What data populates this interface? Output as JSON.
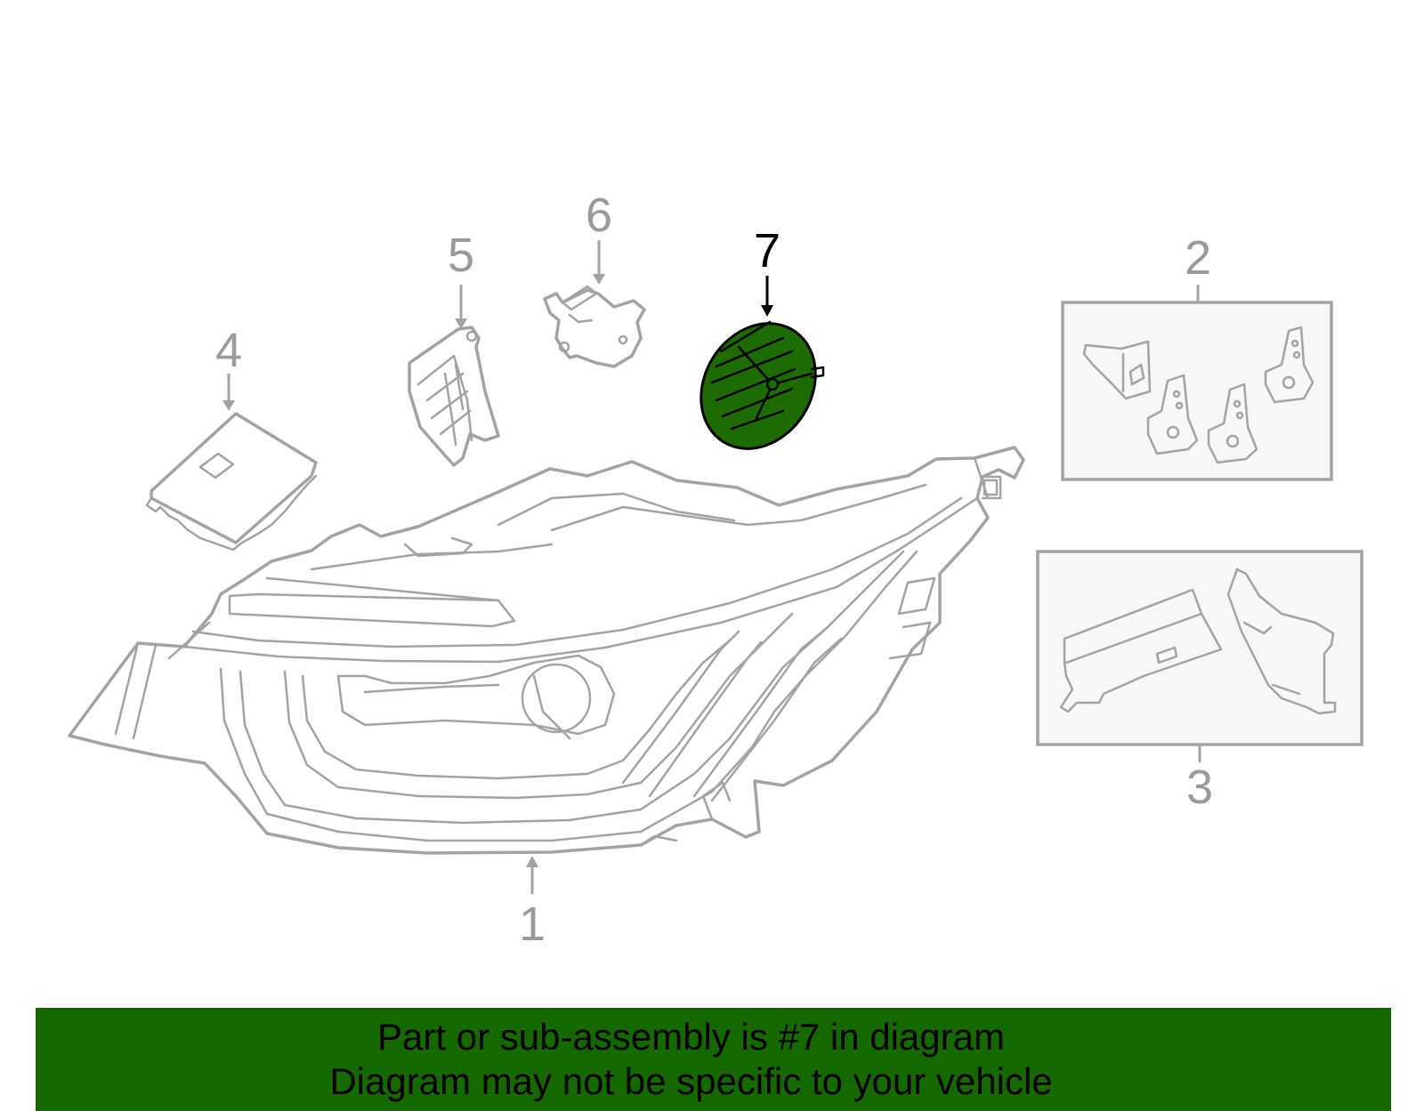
{
  "callouts": {
    "c1": "1",
    "c2": "2",
    "c3": "3",
    "c4": "4",
    "c5": "5",
    "c6": "6",
    "c7": "7"
  },
  "highlighted_part": "7",
  "highlight_color": "#156900",
  "banner": {
    "line1": "Part or sub-assembly is #7 in diagram",
    "line2": "Diagram may not be specific to your vehicle"
  }
}
